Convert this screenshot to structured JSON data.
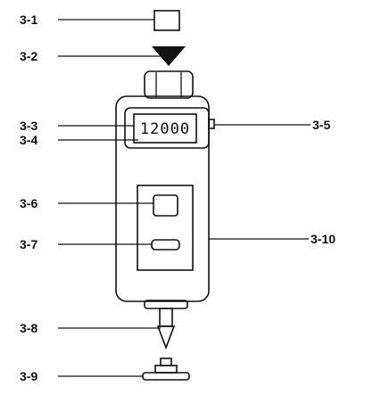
{
  "diagram": {
    "display_reading": "12000",
    "callouts": [
      {
        "id": "c1",
        "label": "3-1"
      },
      {
        "id": "c2",
        "label": "3-2"
      },
      {
        "id": "c3",
        "label": "3-3"
      },
      {
        "id": "c4",
        "label": "3-4"
      },
      {
        "id": "c5",
        "label": "3-5"
      },
      {
        "id": "c6",
        "label": "3-6"
      },
      {
        "id": "c7",
        "label": "3-7"
      },
      {
        "id": "c8",
        "label": "3-8"
      },
      {
        "id": "c9",
        "label": "3-9"
      },
      {
        "id": "c10",
        "label": "3-10"
      }
    ]
  }
}
